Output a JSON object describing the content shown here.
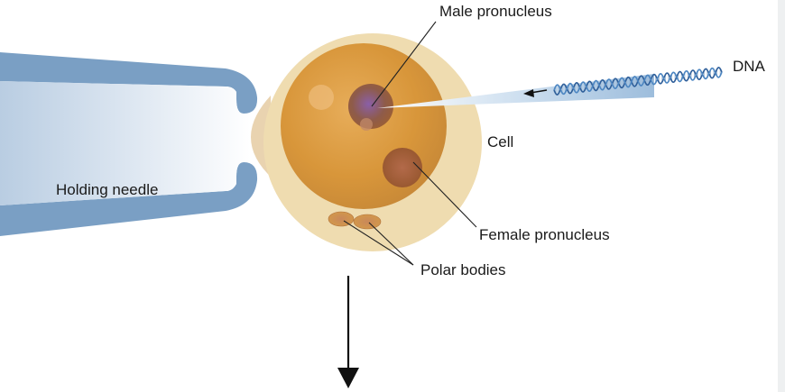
{
  "labels": {
    "male_pronucleus": "Male pronucleus",
    "dna": "DNA",
    "cell": "Cell",
    "holding_needle": "Holding needle",
    "female_pronucleus": "Female pronucleus",
    "polar_bodies": "Polar bodies"
  },
  "colors": {
    "needle_tube": "#7a9fc4",
    "needle_interior": "#e8eef5",
    "zona": "#efdcb0",
    "cytoplasm": "#d89a3c",
    "pronucleus": "#9a5a3a",
    "dna_strand": "#3a6fa8",
    "arrow": "#111111"
  }
}
